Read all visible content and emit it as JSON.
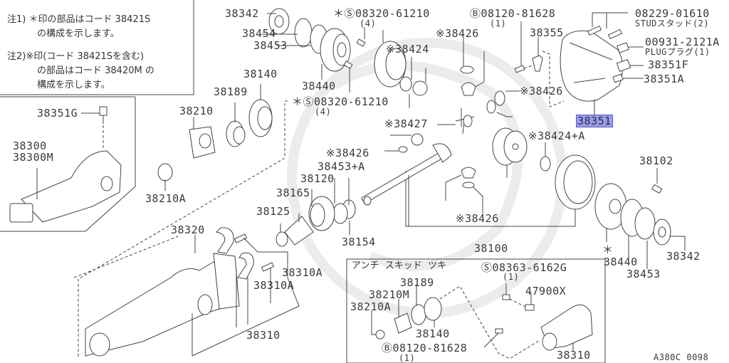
{
  "diagram": {
    "figure_id": "A380C 0098",
    "notes": {
      "note1_line1": "注1) ＊印の部品はコード 38421S",
      "note1_line2": "の構成を示します。",
      "note2_line1": "注2)※印(コード 38421Sを含む)",
      "note2_line2": "の部品はコード 38420M の",
      "note2_line3": "構成を示します。"
    },
    "labels": {
      "p38342_top": "38342",
      "p38454": "38454",
      "p38453_top": "38453",
      "p38440_top": "38440",
      "p08320_top": "＊Ⓢ08320-61210",
      "p08320_top_qty": "(4)",
      "p08320_mid": "＊Ⓢ08320-61210",
      "p08320_mid_qty": "(4)",
      "p38424": "※38424",
      "p08120_top": "Ⓑ08120-81628",
      "p08120_top_qty": "(1)",
      "p38426_a": "※38426",
      "p38355": "38355",
      "p08229": "08229-01610",
      "p08229_desc": "STUDスタッド(2)",
      "p00931": "00931-2121A",
      "p00931_desc": "PLUGプラグ(1)",
      "p38351F": "38351F",
      "p38351A": "38351A",
      "p38351": "38351",
      "p38426_b": "※38426",
      "p38140": "38140",
      "p38189": "38189",
      "p38210": "38210",
      "p38351G": "38351G",
      "p38300": "38300",
      "p38300M": "38300M",
      "p38210A": "38210A",
      "p38427": "※38427",
      "p38426_c": "※38426",
      "p38424A": "※38424+A",
      "p38453A": "38453+A",
      "p38120": "38120",
      "p38165": "38165",
      "p38125": "38125",
      "p38154": "38154",
      "p38426_d": "※38426",
      "p38102": "38102",
      "p38100": "38100",
      "p38440_bot": "38440",
      "p38453_bot": "38453",
      "p38342_bot": "38342",
      "p38320": "38320",
      "p38310A_1": "38310A",
      "p38310A_2": "38310A",
      "p38310": "38310",
      "mark_asterisk": "＊",
      "mark_kome": "※"
    },
    "inset": {
      "title": "アンチ  スキッド  ツキ",
      "p08363": "Ⓢ08363-6162G",
      "p08363_qty": "(1)",
      "p38189": "38189",
      "p38210M": "38210M",
      "p38210A": "38210A",
      "p47900X": "47900X",
      "p38140": "38140",
      "p08120": "Ⓑ08120-81628",
      "p08120_qty": "(1)",
      "p38310": "38310"
    },
    "highlight_color": "#9c9ee0"
  }
}
